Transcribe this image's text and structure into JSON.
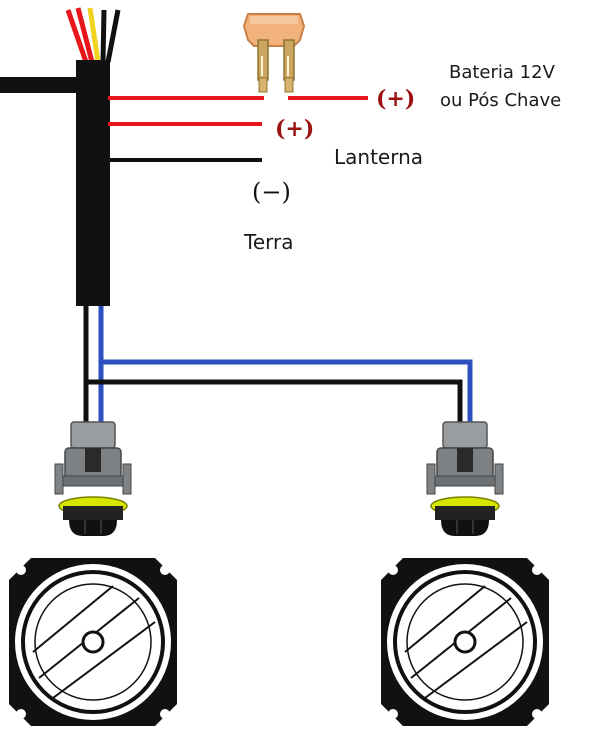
{
  "labels": {
    "battery_line1": "Bateria 12V",
    "battery_line2": "ou Pós Chave",
    "lantern": "Lanterna",
    "ground": "Terra",
    "plus_battery": "(+)",
    "plus_lantern": "(+)",
    "minus_ground": "(−)"
  },
  "colors": {
    "positive_wire": "#e8161b",
    "ground_wire": "#111111",
    "signal_wire": "#2d4fc0",
    "yellow_wire": "#f2d21c",
    "plus_sign": "#9b1212",
    "minus_sign": "#111111",
    "fuse_body": "#f2b27c",
    "connector_gray": "#8c8f92",
    "connector_ring": "#d7e600",
    "lamp_outline": "#111111"
  },
  "icons": [
    "fuse-icon",
    "harness-sleeve-icon",
    "connector-icon",
    "headlight-icon"
  ]
}
